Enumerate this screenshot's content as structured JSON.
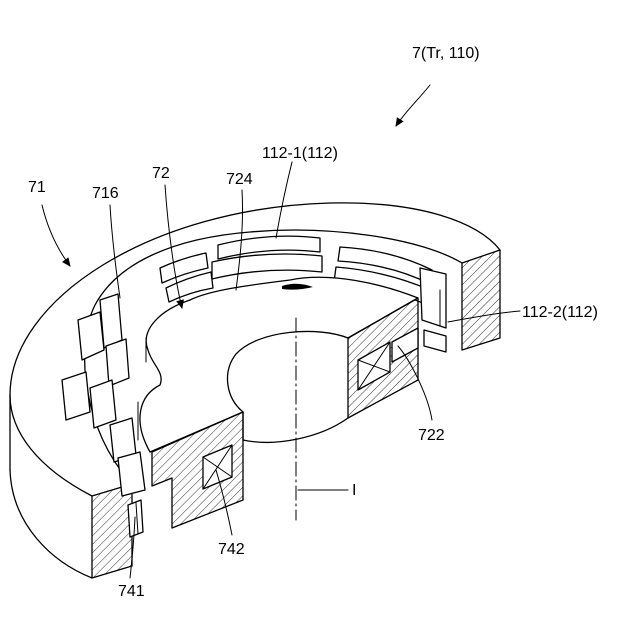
{
  "figure": {
    "assembly_label": "7(Tr, 110)",
    "labels": {
      "outer_ring": "71",
      "segment_stack": "716",
      "inner_core": "72",
      "core_top_surface": "724",
      "upper_coil": "112-1(112)",
      "lower_coil": "112-2(112)",
      "winding_right": "722",
      "axis": "I",
      "winding_front": "742",
      "bottom_part": "741"
    }
  }
}
